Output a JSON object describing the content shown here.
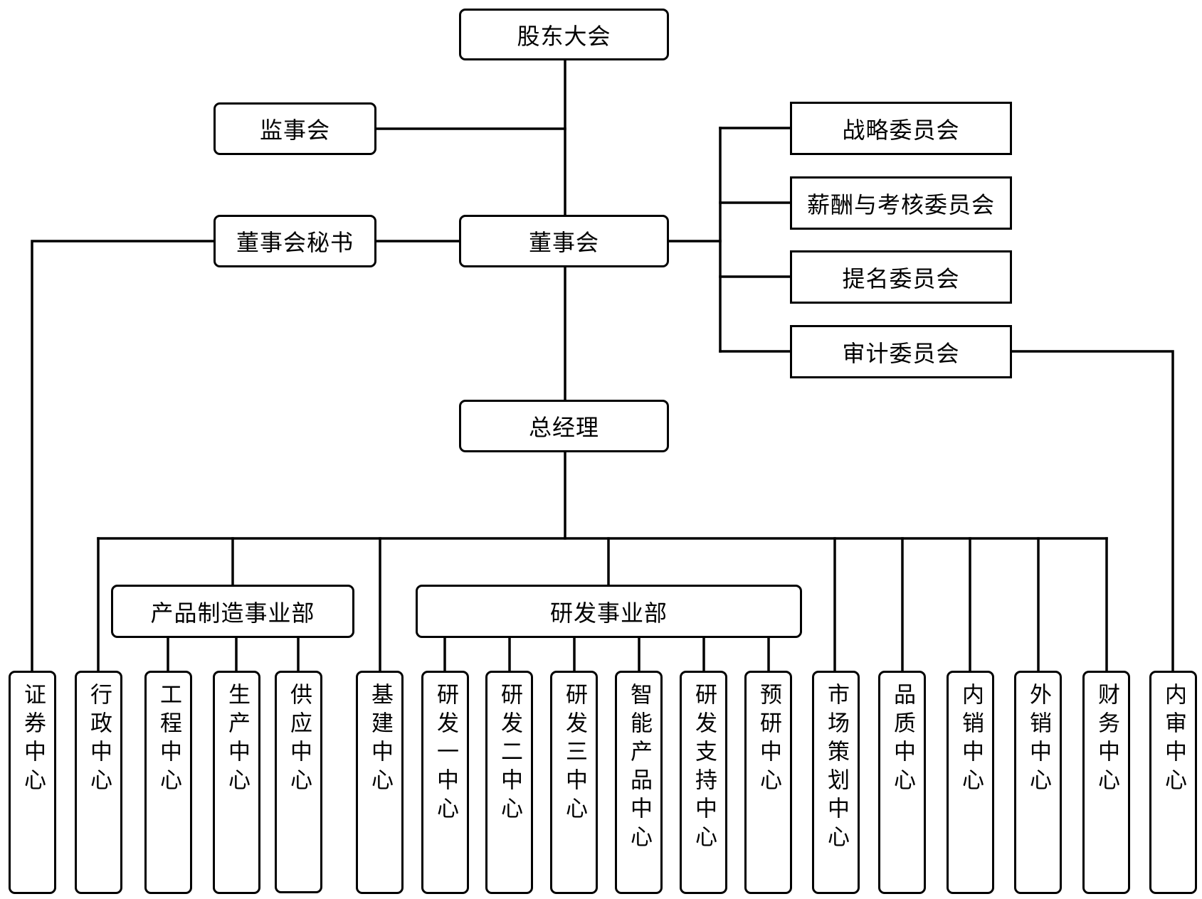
{
  "top": {
    "shareholders": "股东大会",
    "supervisors": "监事会",
    "board_secretary": "董事会秘书",
    "board": "董事会",
    "general_manager": "总经理"
  },
  "committees": [
    "战略委员会",
    "薪酬与考核委员会",
    "提名委员会",
    "审计委员会"
  ],
  "divisions": {
    "manufacturing": "产品制造事业部",
    "rnd": "研发事业部"
  },
  "centers": [
    "证券中心",
    "行政中心",
    "工程中心",
    "生产中心",
    "供应中心",
    "基建中心",
    "研发一中心",
    "研发二中心",
    "研发三中心",
    "智能产品中心",
    "研发支持中心",
    "预研中心",
    "市场策划中心",
    "品质中心",
    "内销中心",
    "外销中心",
    "财务中心",
    "内审中心"
  ]
}
